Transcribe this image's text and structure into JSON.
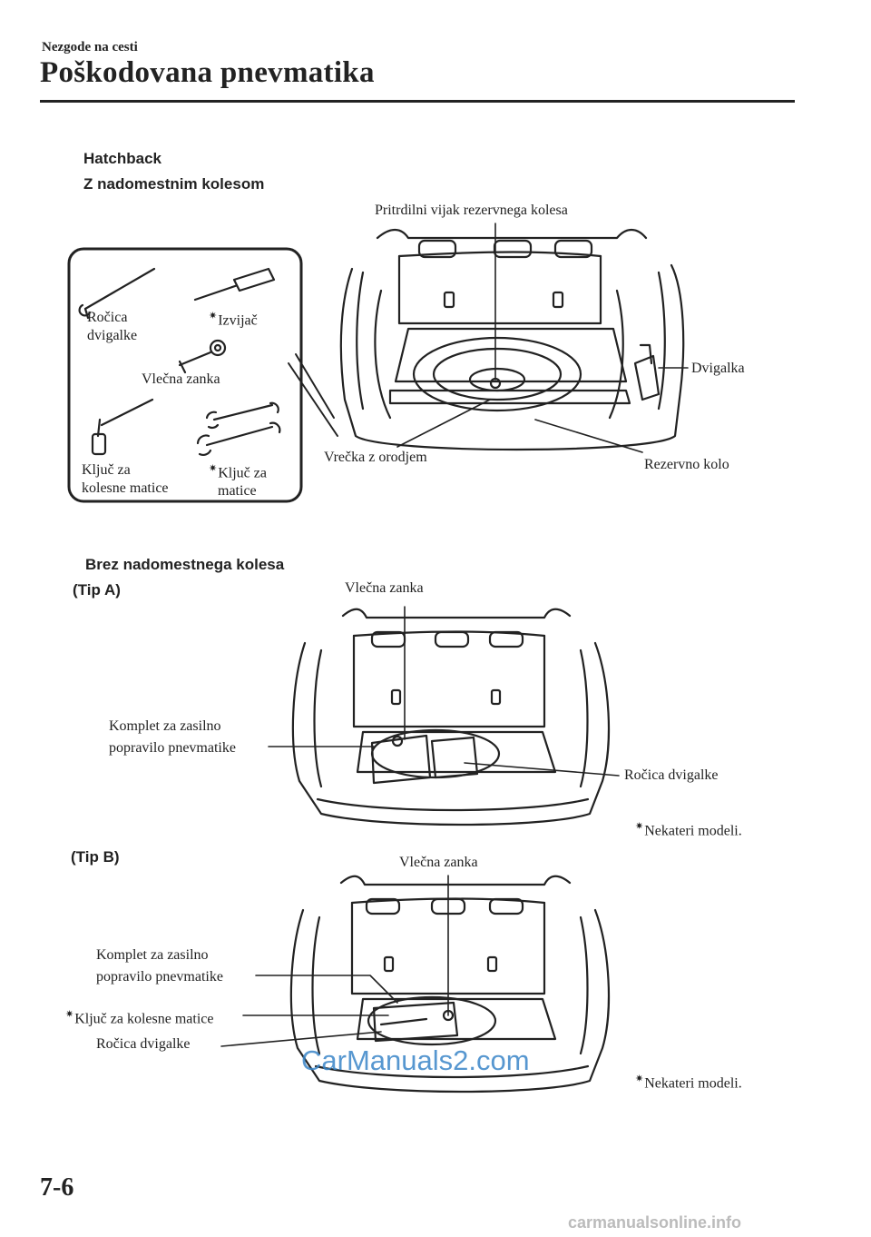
{
  "header": {
    "section": "Nezgode na cesti",
    "title": "Poškodovana pnevmatika"
  },
  "figure1": {
    "category": "Hatchback",
    "subtitle": "Z nadomestnim kolesom",
    "labels": {
      "pritrdilni": "Pritrdilni vijak rezervnega kolesa",
      "rocica": [
        "Ročica",
        "dvigalke"
      ],
      "izvijac": "Izvijač",
      "vlecna": "Vlečna zanka",
      "kljuc_kolesne": [
        "Ključ za",
        "kolesne matice"
      ],
      "kljuc_matice": [
        "Ključ za",
        "matice"
      ],
      "dvigalka": "Dvigalka",
      "vrecka": "Vrečka z orodjem",
      "rezervno": "Rezervno kolo"
    }
  },
  "figure2": {
    "subtitle": "Brez nadomestnega kolesa",
    "type": "(Tip A)",
    "labels": {
      "vlecna": "Vlečna zanka",
      "komplet": [
        "Komplet za zasilno",
        "popravilo pnevmatike"
      ],
      "rocica": "Ročica dvigalke"
    },
    "note": "Nekateri modeli."
  },
  "figure3": {
    "type": "(Tip B)",
    "labels": {
      "vlecna": "Vlečna zanka",
      "komplet": [
        "Komplet za zasilno",
        "popravilo pnevmatike"
      ],
      "kljuc": "Ključ za kolesne matice",
      "rocica": "Ročica dvigalke"
    },
    "note": "Nekateri modeli."
  },
  "footer": {
    "page_number": "7-6",
    "watermark": "CarManuals2.com",
    "site": "carmanualsonline.info"
  }
}
